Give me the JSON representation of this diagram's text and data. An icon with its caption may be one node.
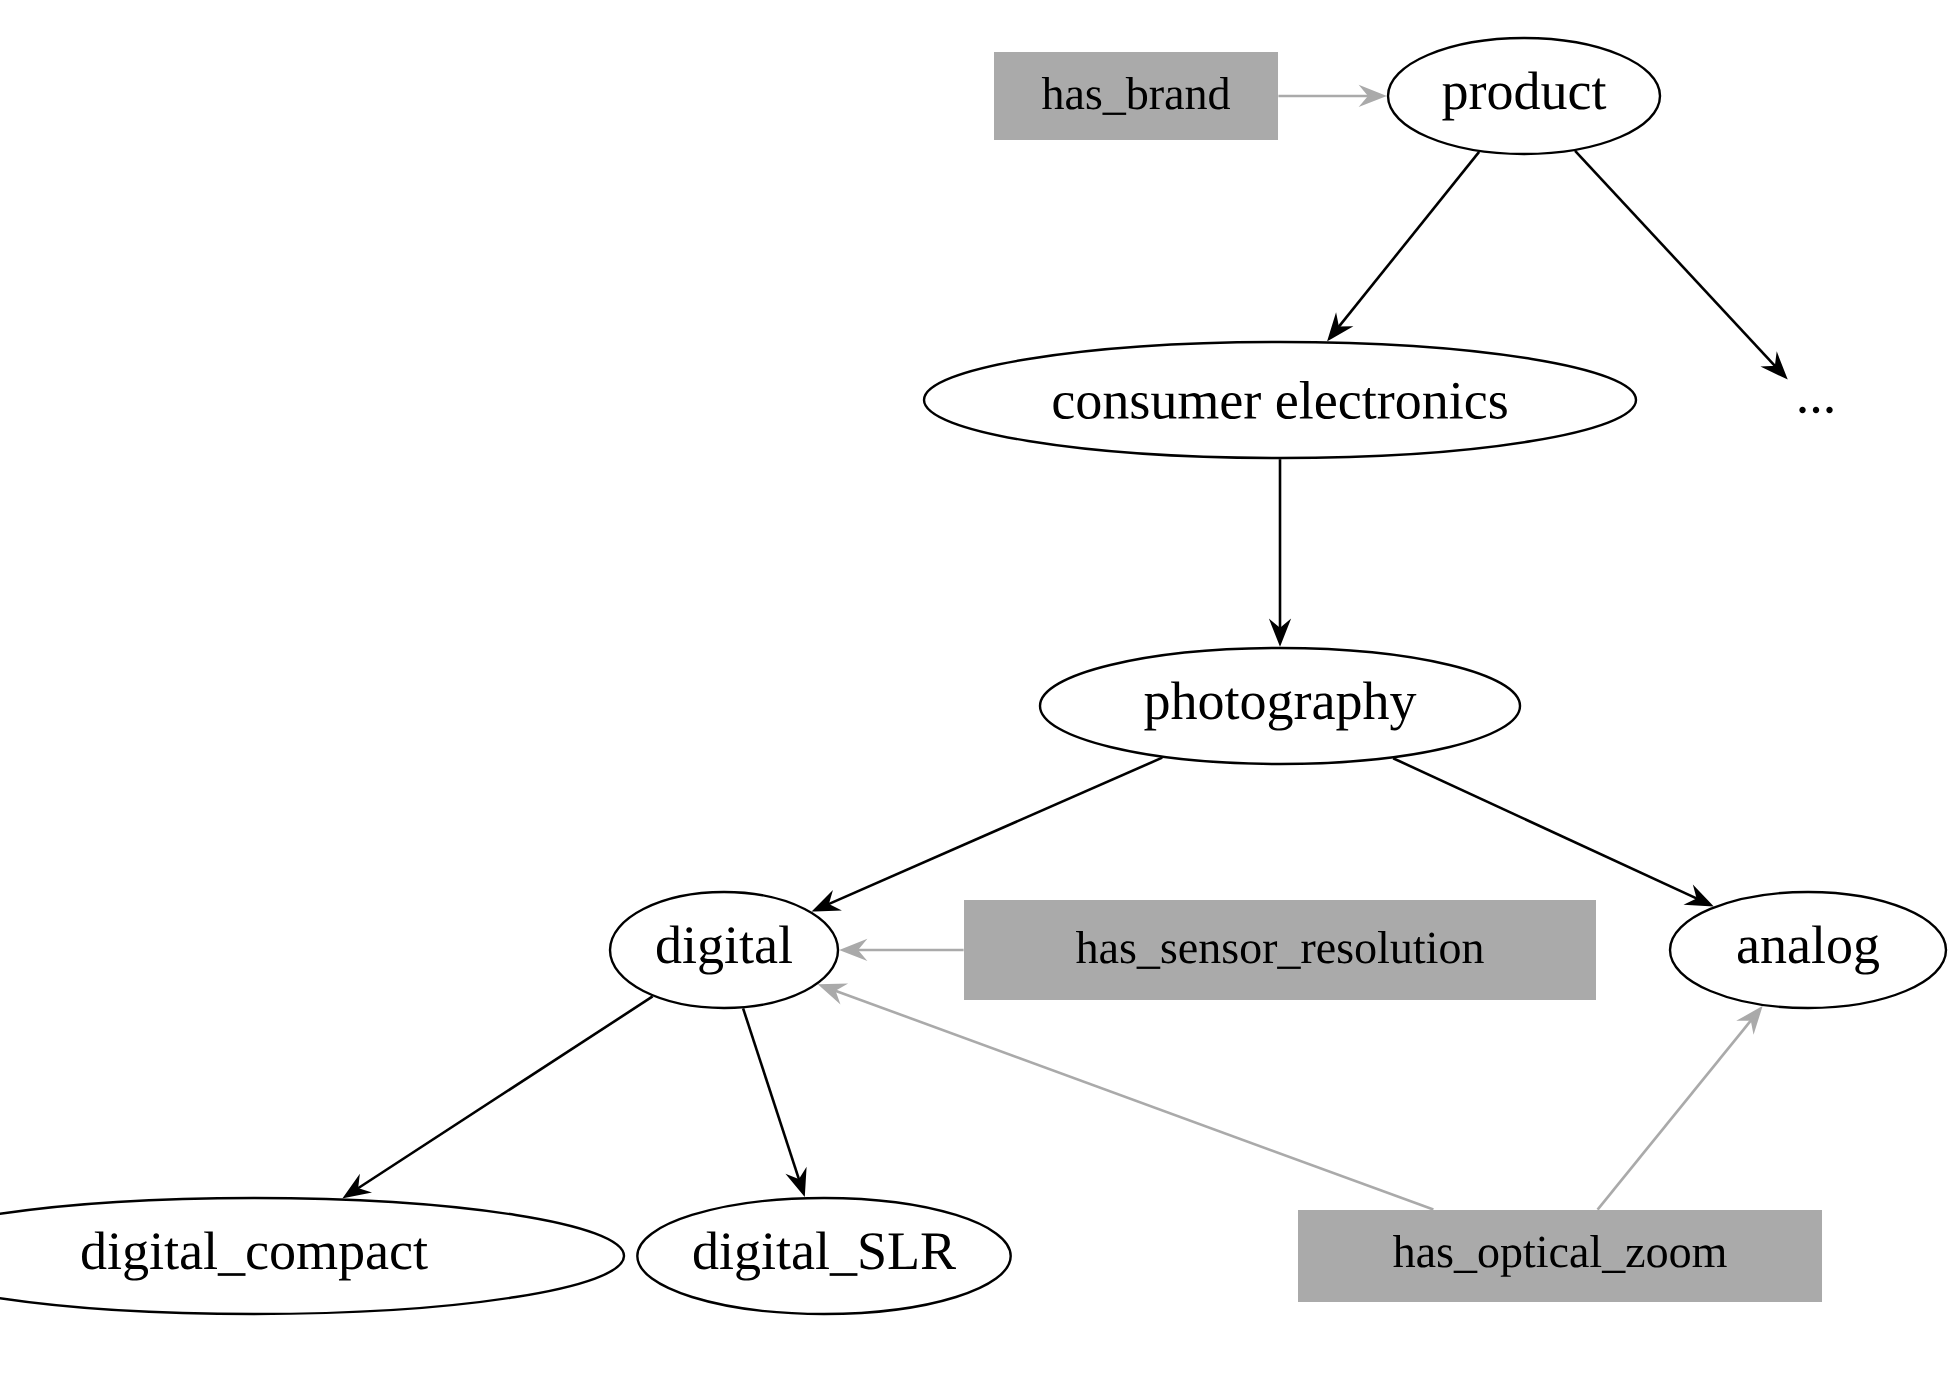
{
  "diagram": {
    "nodes": [
      {
        "text": [
          "has_brand"
        ]
      },
      {
        "text": [
          "product"
        ]
      },
      {
        "text": [
          "consumer electronics"
        ]
      },
      {
        "text": [
          "..."
        ]
      },
      {
        "text": [
          "photography"
        ]
      },
      {
        "text": [
          "digital"
        ]
      },
      {
        "text": [
          "has_sensor_resolution"
        ]
      },
      {
        "text": [
          "analog"
        ]
      },
      {
        "text": [
          "digital_compact"
        ]
      },
      {
        "text": [
          "digital_SLR"
        ]
      },
      {
        "text": [
          "has_optical_zoom"
        ]
      }
    ],
    "edges": [
      {
        "from": 0,
        "to": 1,
        "arrow": "to",
        "color": "#aaaaaa"
      },
      {
        "from": 1,
        "to": 2,
        "arrow": "to"
      },
      {
        "from": 1,
        "to": 3,
        "arrow": "to"
      },
      {
        "from": 2,
        "to": 4,
        "arrow": "to"
      },
      {
        "from": 4,
        "to": 5,
        "arrow": "to"
      },
      {
        "from": 4,
        "to": 7,
        "arrow": "to"
      },
      {
        "from": 6,
        "to": 5,
        "arrow": "to",
        "color": "#aaaaaa"
      },
      {
        "from": 5,
        "to": 8,
        "arrow": "to"
      },
      {
        "from": 5,
        "to": 9,
        "arrow": "to"
      },
      {
        "from": 10,
        "to": 5,
        "arrow": "to",
        "color": "#aaaaaa"
      },
      {
        "from": 10,
        "to": 7,
        "arrow": "to",
        "color": "#aaaaaa"
      }
    ]
  }
}
